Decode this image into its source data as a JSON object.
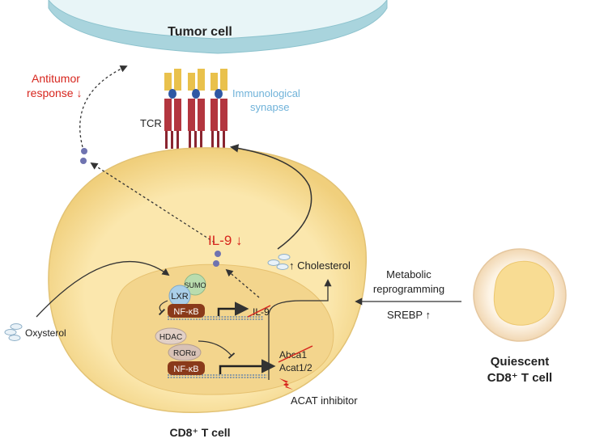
{
  "labels": {
    "tumor_cell": "Tumor cell",
    "antitumor_line1": "Antitumor",
    "antitumor_line2": "response ↓",
    "immunological_line1": "Immunological",
    "immunological_line2": "synapse",
    "tcr": "TCR",
    "il9_down": "IL-9 ↓",
    "cholesterol": "↑ Cholesterol",
    "metabolic_line1": "Metabolic",
    "metabolic_line2": "reprogramming",
    "srebp": "SREBP ↑",
    "oxysterol": "Oxysterol",
    "lxr": "LXR",
    "sumo": "SUMO",
    "nfkb_top": "NF-κB",
    "il9_gene": "IL-9",
    "hdac": "HDAC",
    "ror": "RORα",
    "nfkb_bottom": "NF-κB",
    "abca1": "Abca1",
    "acat": "Acat1/2",
    "acat_inhibitor": "ACAT inhibitor",
    "cd8_cell": "CD8⁺ T cell",
    "quiescent_line1": "Quiescent",
    "quiescent_line2": "CD8⁺ T cell"
  },
  "colors": {
    "tumor_membrane": "#a9d4dd",
    "tumor_inner": "#e8f5f7",
    "cell_fill": "#fbe7ad",
    "cell_edge": "#e2c274",
    "nucleus_fill": "#f3d58d",
    "tcr_red": "#b3363f",
    "tcr_yellow": "#e9c14c",
    "red_text": "#d7261e",
    "blue_text": "#6fb2d9",
    "lxr": "#a9cfe9",
    "sumo": "#b9dcae",
    "nfkb": "#8a3a1a",
    "hdac": "#e2d0c6",
    "ror": "#d8c2b6",
    "il9_dot": "#6f73b0"
  }
}
